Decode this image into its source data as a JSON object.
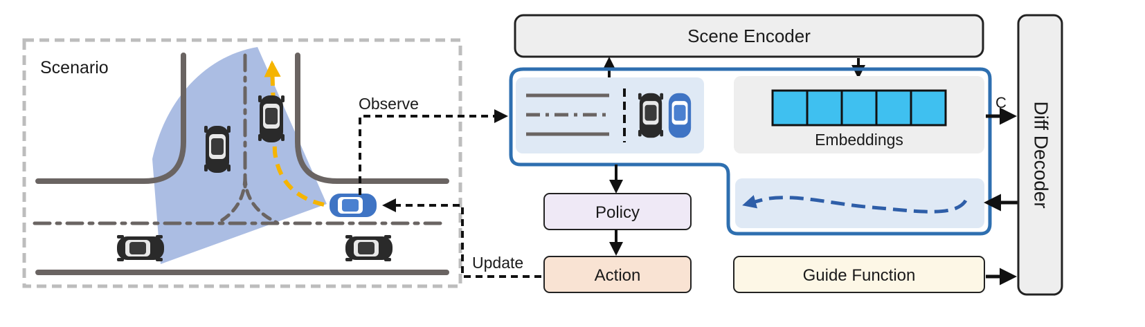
{
  "scenario": {
    "label": "Scenario"
  },
  "edges": {
    "observe": "Observe",
    "update": "Update",
    "condition": "C"
  },
  "modules": {
    "scene_encoder": "Scene Encoder",
    "embeddings": "Embeddings",
    "policy": "Policy",
    "action": "Action",
    "guide_function": "Guide Function",
    "diff_decoder": "Diff Decoder"
  },
  "embedding_cells": 5,
  "colors": {
    "ego_car": "#3f74c4",
    "fov": "#a7b9e2",
    "trajectory": "#f5b400",
    "encoder_outline": "#2e6fb0",
    "embedding_cell": "#3fc0f0",
    "policy_box": "#efe9f6",
    "action_box": "#f9e3d3",
    "guide_box": "#fdf7e6",
    "encoder_box": "#eeeeee",
    "panel_bg": "#dfe9f5"
  }
}
